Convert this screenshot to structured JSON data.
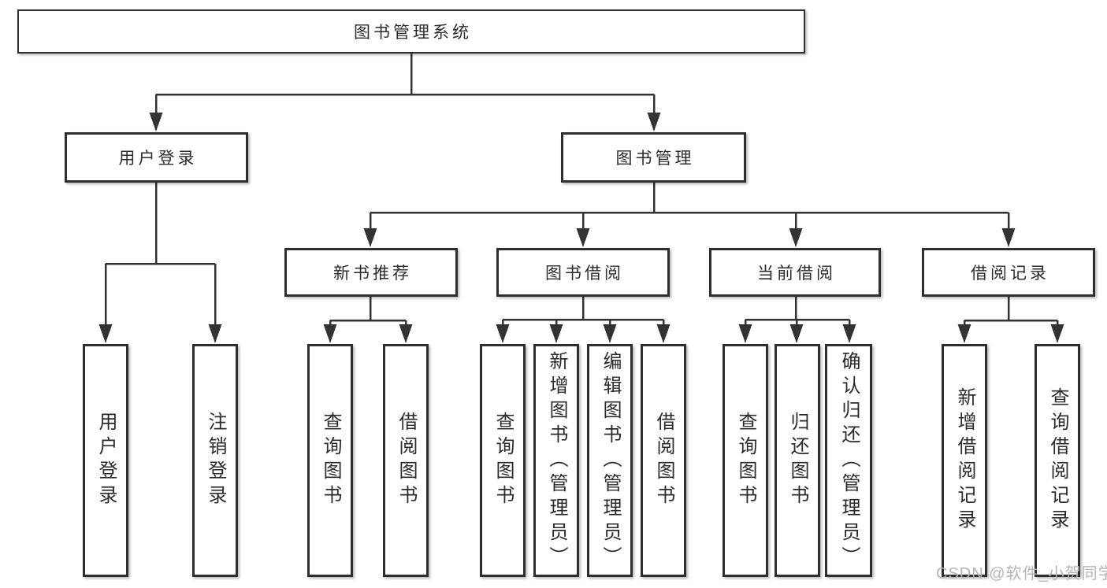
{
  "diagram": {
    "title": "图书管理系统",
    "level2": [
      {
        "label": "用户登录"
      },
      {
        "label": "图书管理"
      }
    ],
    "level3": [
      {
        "label": "新书推荐"
      },
      {
        "label": "图书借阅"
      },
      {
        "label": "当前借阅"
      },
      {
        "label": "借阅记录"
      }
    ],
    "leaves": {
      "user_login": [
        "用户登录",
        "注销登录"
      ],
      "new_book_recommend": [
        "查询图书",
        "借阅图书"
      ],
      "book_borrow": [
        "查询图书",
        "新增图书（管理员）",
        "编辑图书（管理员）",
        "借阅图书"
      ],
      "current_borrow": [
        "查询图书",
        "归还图书",
        "确认归还（管理员）"
      ],
      "borrow_records": [
        "新增借阅记录",
        "查询借阅记录"
      ]
    }
  },
  "watermark": "CSDN @软件_小贺同学",
  "colors": {
    "line": "#333333",
    "box_border": "#2e2e2e",
    "text": "#2b2b2b",
    "background": "#ffffff",
    "watermark": "#b5b5b5"
  }
}
